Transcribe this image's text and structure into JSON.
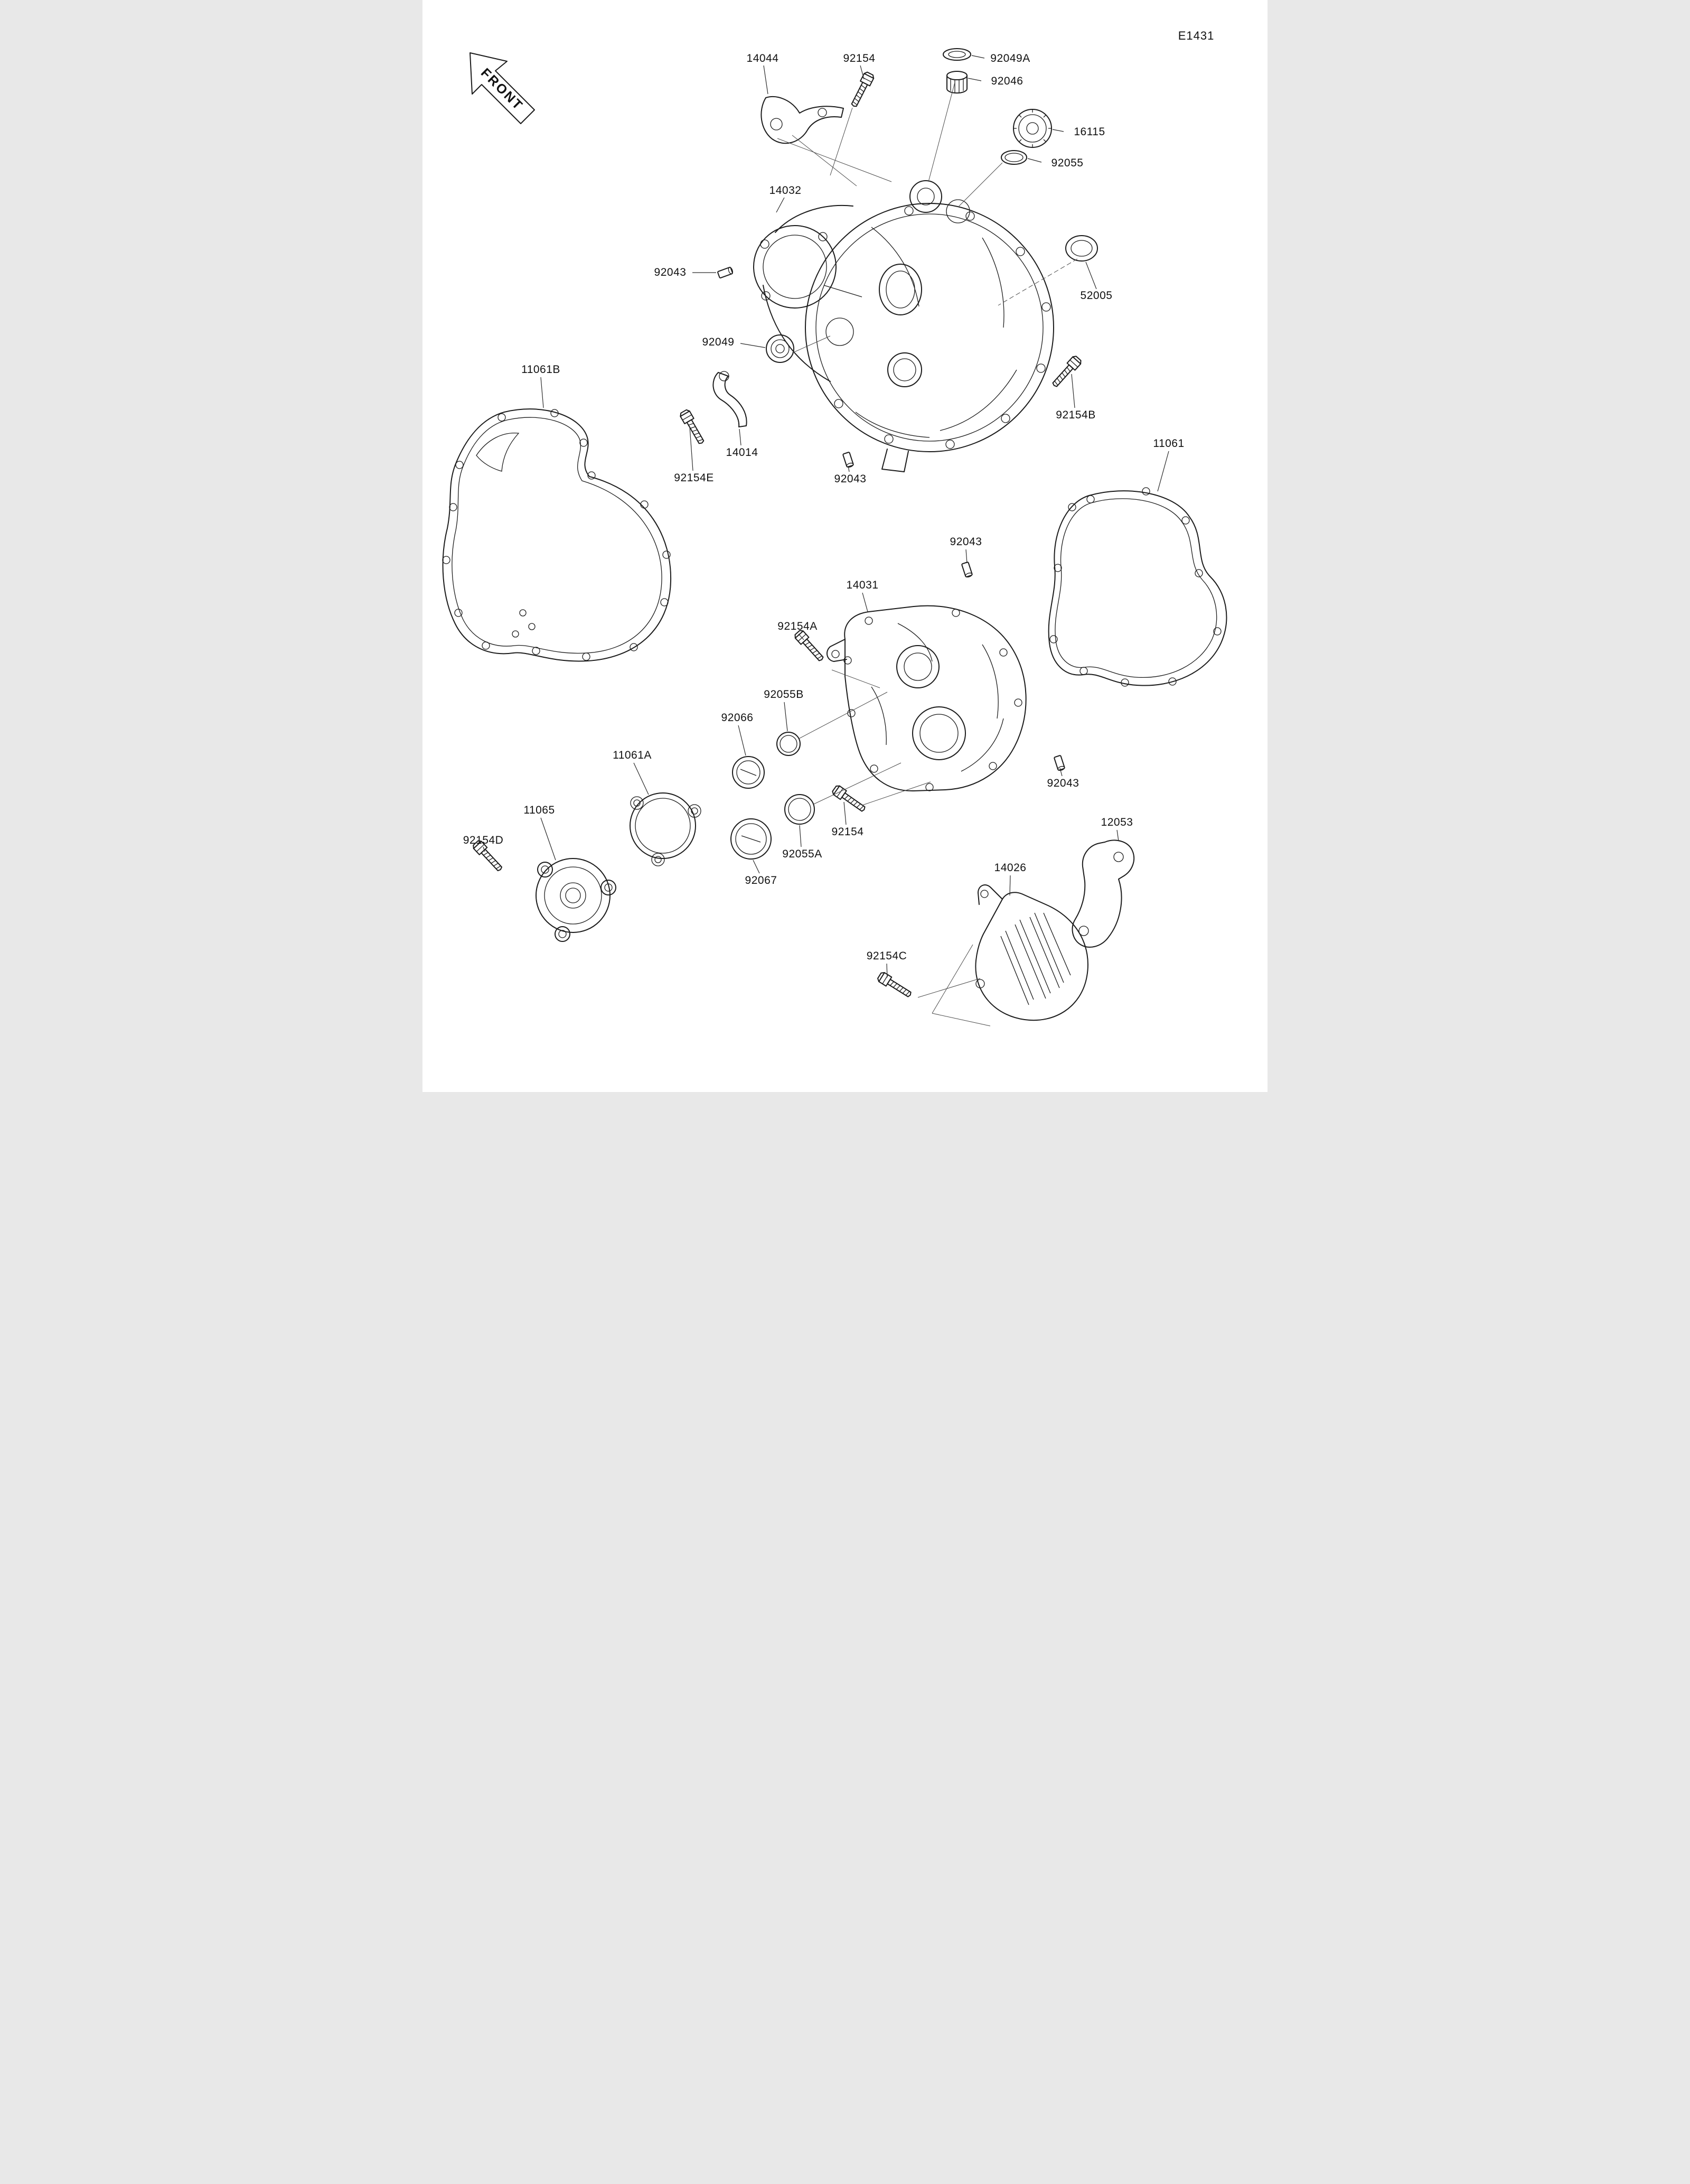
{
  "diagram": {
    "code": "E1431",
    "front_label": "FRONT"
  },
  "labels": [
    {
      "text": "14044"
    },
    {
      "text": "92154"
    },
    {
      "text": "92049A"
    },
    {
      "text": "92046"
    },
    {
      "text": "16115"
    },
    {
      "text": "92055"
    },
    {
      "text": "14032"
    },
    {
      "text": "92043"
    },
    {
      "text": "52005"
    },
    {
      "text": "92049"
    },
    {
      "text": "11061B"
    },
    {
      "text": "92154B"
    },
    {
      "text": "14014"
    },
    {
      "text": "92154E"
    },
    {
      "text": "92043"
    },
    {
      "text": "11061"
    },
    {
      "text": "92043"
    },
    {
      "text": "14031"
    },
    {
      "text": "92154A"
    },
    {
      "text": "92055B"
    },
    {
      "text": "92066"
    },
    {
      "text": "11061A"
    },
    {
      "text": "11065"
    },
    {
      "text": "92154D"
    },
    {
      "text": "92043"
    },
    {
      "text": "92154"
    },
    {
      "text": "92055A"
    },
    {
      "text": "92067"
    },
    {
      "text": "12053"
    },
    {
      "text": "14026"
    },
    {
      "text": "92154C"
    }
  ]
}
